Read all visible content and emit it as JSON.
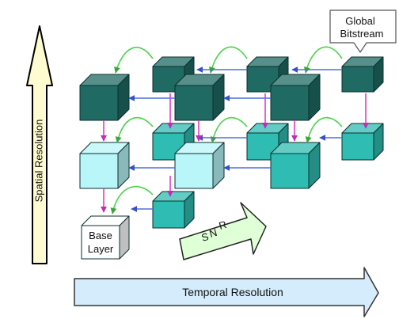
{
  "labels": {
    "spatial": "Spatial Resolution",
    "temporal": "Temporal Resolution",
    "global_line1": "Global",
    "global_line2": "Bitstream",
    "base_line1": "Base",
    "base_line2": "Layer",
    "snr_s": "S",
    "snr_n": "N",
    "snr_r": "R"
  },
  "colors": {
    "dark_cube": "#1f6b64",
    "mid_cube": "#2fbcb2",
    "light_cube": "#b8f6fa",
    "base_cube": "#ffffff",
    "green_arrow": "#4cd24c",
    "blue_arrow": "#4f6ee0",
    "magenta_arrow": "#e03ccd",
    "spatial_arrow_fill": "#fffbd0",
    "temporal_arrow_fill": "#d4ecfb",
    "snr_arrow_fill": "#dfffd6"
  }
}
